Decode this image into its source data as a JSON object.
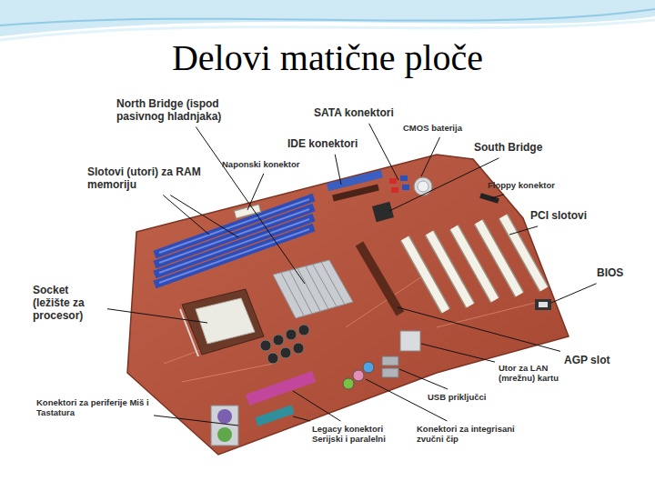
{
  "diagram": {
    "title": "Delovi matične ploče",
    "labels": [
      "North Bridge (ispod pasivnog hladnjaka)",
      "SATA konektori",
      "CMOS baterija",
      "IDE konektori",
      "South Bridge",
      "Naponski konektor",
      "Slotovi (utori) za RAM memoriju",
      "Floppy konektor",
      "PCI slotovi",
      "BIOS",
      "Socket (ležište za procesor)",
      "AGP slot",
      "Utor za LAN (mrežnu) kartu",
      "Konektori za periferije Miš i Tastatura",
      "USB priključci",
      "Legacy konektori Serijski i paralelni",
      "Konektori za integrisani zvučni čip"
    ]
  }
}
